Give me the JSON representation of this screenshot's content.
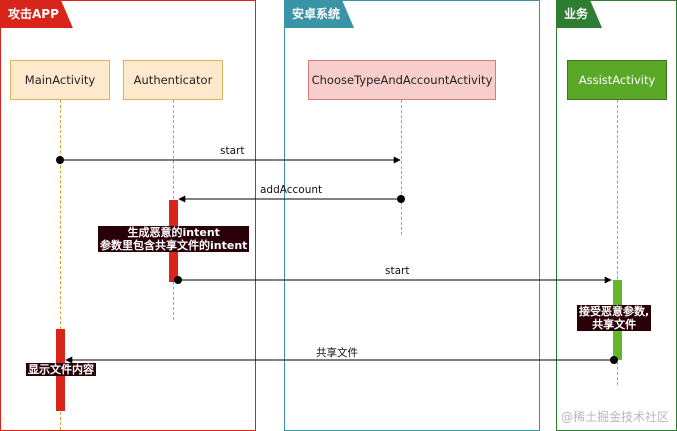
{
  "pools": [
    {
      "label": "攻击APP",
      "color": "#d9241b"
    },
    {
      "label": "安卓系统",
      "color": "#3a94a6"
    },
    {
      "label": "业务",
      "color": "#2e7d32"
    }
  ],
  "actors": {
    "main_activity": "MainActivity",
    "authenticator": "Authenticator",
    "choose_activity": "ChooseTypeAndAccountActivity",
    "assist_activity": "AssistActivity"
  },
  "messages": {
    "start_1": "start",
    "add_account": "addAccount",
    "start_2": "start",
    "shared_file": "共享文件"
  },
  "notes": {
    "malicious_intent_1": "生成恶意的intent",
    "malicious_intent_2": "参数里包含共享文件的intent",
    "receive_params_1": "接受恶意参数,",
    "receive_params_2": "共享文件",
    "show_file_content": "显示文件内容"
  },
  "watermark": "@稀土掘金技术社区"
}
